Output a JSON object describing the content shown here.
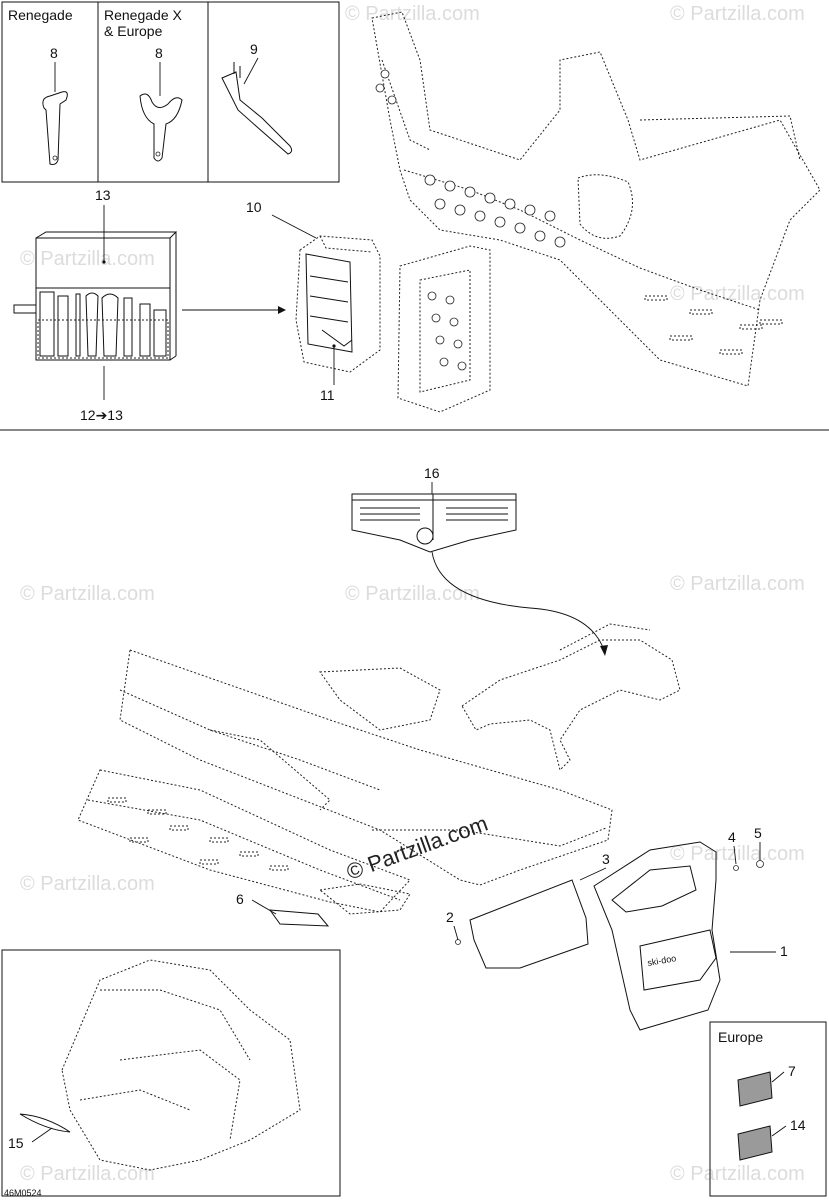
{
  "watermark": "© Partzilla.com",
  "figure_code": "46M0524",
  "headers": {
    "renegade": "Renegade",
    "renegade_x": "Renegade X",
    "renegade_x_europe": "& Europe",
    "europe": "Europe"
  },
  "callouts": {
    "c1": "1",
    "c2": "2",
    "c3": "3",
    "c4": "4",
    "c5": "5",
    "c6": "6",
    "c7": "7",
    "c8a": "8",
    "c8b": "8",
    "c9": "9",
    "c10": "10",
    "c11": "11",
    "c12_13": "12➔13",
    "c13": "13",
    "c14": "14",
    "c15": "15",
    "c16": "16"
  },
  "decal_brand": "ski-doo"
}
